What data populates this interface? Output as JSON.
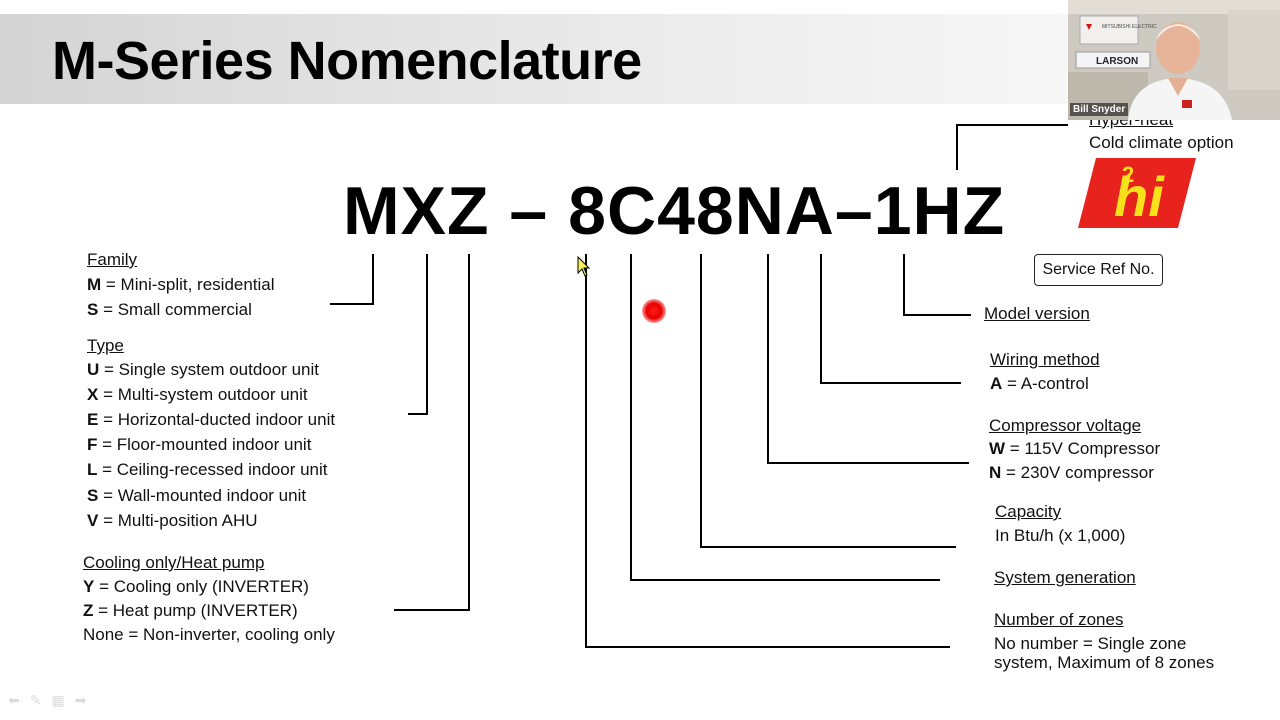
{
  "slide": {
    "title": "M-Series Nomenclature",
    "model_number": "MXZ – 8C48NA–1HZ"
  },
  "left": {
    "family": {
      "heading": "Family",
      "items": [
        {
          "key": "M",
          "text": " = Mini-split, residential"
        },
        {
          "key": "S",
          "text": " = Small commercial"
        }
      ]
    },
    "type": {
      "heading": "Type",
      "items": [
        {
          "key": "U",
          "text": " = Single system outdoor unit"
        },
        {
          "key": "X",
          "text": " = Multi-system outdoor unit"
        },
        {
          "key": "E",
          "text": " = Horizontal-ducted indoor unit"
        },
        {
          "key": "F",
          "text": " = Floor-mounted indoor unit"
        },
        {
          "key": "L",
          "text": " = Ceiling-recessed indoor unit"
        },
        {
          "key": "S",
          "text": " = Wall-mounted indoor unit"
        },
        {
          "key": "V",
          "text": " = Multi-position AHU"
        }
      ]
    },
    "cooling": {
      "heading": "Cooling only/Heat pump",
      "items": [
        {
          "key": "Y",
          "text": " = Cooling only (INVERTER)"
        },
        {
          "key": "Z",
          "text": " = Heat pump (INVERTER)"
        }
      ],
      "none_line": "None = Non-inverter, cooling only"
    }
  },
  "right": {
    "hyper_heat": {
      "heading": "Hyper-heat",
      "desc": "Cold climate option"
    },
    "logo_text": "H2i",
    "service_ref": "Service Ref No.",
    "model_version": {
      "heading": "Model version"
    },
    "wiring": {
      "heading": "Wiring method",
      "items": [
        {
          "key": "A",
          "text": " =  A-control"
        }
      ]
    },
    "voltage": {
      "heading": "Compressor voltage",
      "items": [
        {
          "key": "W",
          "text": " = 115V Compressor"
        },
        {
          "key": "N",
          "text": " = 230V compressor"
        }
      ]
    },
    "capacity": {
      "heading": "Capacity",
      "desc": "In Btu/h (x 1,000)"
    },
    "generation": {
      "heading": "System generation"
    },
    "zones": {
      "heading": "Number of zones",
      "desc1": "No number = Single zone",
      "desc2": "system, Maximum of 8 zones"
    }
  },
  "webcam": {
    "name": "Bill Snyder",
    "sign1": "MITSUBISHI ELECTRIC",
    "sign2": "LARSON"
  },
  "colors": {
    "logo_red": "#e8231e",
    "logo_yellow": "#f7e11b",
    "pointer": "#e80000"
  }
}
